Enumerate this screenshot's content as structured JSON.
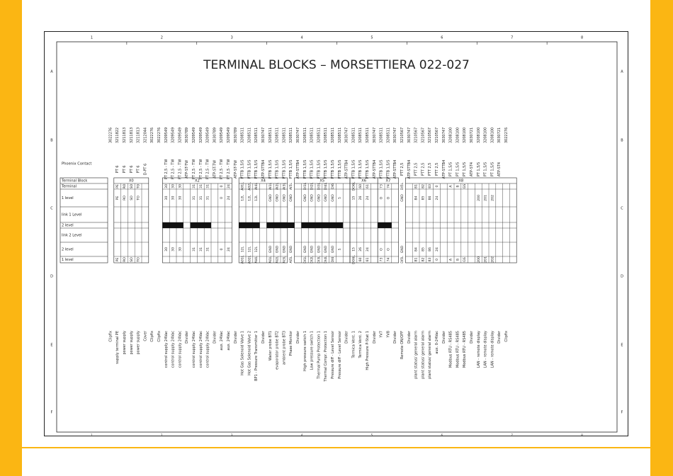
{
  "title": "TERMINAL BLOCKS  –  MORSETTIERA 022-027",
  "columns": [
    "1",
    "2",
    "3",
    "4",
    "5",
    "6",
    "7",
    "8"
  ],
  "rows": [
    "A",
    "B",
    "C",
    "D",
    "E",
    "F"
  ],
  "manufacturer_label": "Phoenix Contact",
  "row_labels": [
    "Terminal Block",
    "Terminal",
    "1 level",
    "link 1 Level",
    "2 level",
    "link 2 Level",
    "2 level",
    "1 level"
  ],
  "groups": [
    "X0",
    "X2",
    "X4",
    "X5",
    "X6",
    "X7",
    "X8"
  ],
  "slots": [
    {
      "code": "3022276",
      "type": "",
      "t": "",
      "l1": "",
      "lk1": "",
      "l2": "",
      "lk2": "",
      "l2b": "",
      "l1b": "",
      "desc": "Clipfix"
    },
    {
      "code": "3211822",
      "type": "PT 6",
      "t": "PE",
      "l1": "PE",
      "lk1": "",
      "l2": "",
      "lk2": "",
      "l2b": "",
      "l1b": "PE",
      "desc": "supply terminal PE"
    },
    {
      "code": "3211813",
      "type": "PT 6",
      "t": "RO",
      "l1": "RO",
      "lk1": "",
      "l2": "",
      "lk2": "",
      "l2b": "",
      "l1b": "RO",
      "desc": "power supply"
    },
    {
      "code": "3211813",
      "type": "PT 6",
      "t": "SO",
      "l1": "SO",
      "lk1": "",
      "l2": "",
      "lk2": "",
      "l2b": "",
      "l1b": "SO",
      "desc": "power supply"
    },
    {
      "code": "3211813",
      "type": "PT 6",
      "t": "TO",
      "l1": "TO",
      "lk1": "",
      "l2": "",
      "lk2": "",
      "l2b": "",
      "l1b": "TO",
      "desc": "power supply"
    },
    {
      "code": "3212044",
      "type": "D-PT 6",
      "t": "",
      "l1": "",
      "lk1": "",
      "l2": "",
      "lk2": "",
      "l2b": "",
      "l1b": "",
      "desc": "Cover"
    },
    {
      "code": "3022276",
      "type": "",
      "t": "",
      "l1": "",
      "lk1": "",
      "l2": "",
      "lk2": "",
      "l2b": "",
      "l1b": "",
      "desc": "Clipfix"
    },
    {
      "code": "3022276",
      "type": "",
      "t": "",
      "l1": "",
      "lk1": "",
      "l2": "",
      "lk2": "",
      "l2b": "",
      "l1b": "",
      "desc": "Clipfix"
    },
    {
      "code": "3209549",
      "type": "PT 2,5 - TW",
      "t": "30",
      "l1": "30",
      "lk1": "",
      "l2": "",
      "lk2": "",
      "l2b": "30",
      "l1b": "",
      "desc": "control supply 24Vac"
    },
    {
      "code": "3209549",
      "type": "PT 2,5 - TW",
      "t": "30",
      "l1": "30",
      "lk1": "",
      "l2": "",
      "lk2": "",
      "l2b": "30",
      "l1b": "",
      "desc": "control supply 24Vac"
    },
    {
      "code": "3209549",
      "type": "PT 2,5 - TW",
      "t": "30",
      "l1": "30",
      "lk1": "",
      "l2": "",
      "lk2": "",
      "l2b": "30",
      "l1b": "",
      "desc": "control supply 24Vac"
    },
    {
      "code": "3030789",
      "type": "ATP-ST-TW",
      "t": "",
      "l1": "",
      "lk1": "",
      "l2": "",
      "lk2": "",
      "l2b": "",
      "l1b": "",
      "desc": "Divider"
    },
    {
      "code": "3209549",
      "type": "PT 2,5 - TW",
      "t": "31",
      "l1": "31",
      "lk1": "",
      "l2": "",
      "lk2": "",
      "l2b": "31",
      "l1b": "",
      "desc": "control supply 24Vac"
    },
    {
      "code": "3209549",
      "type": "PT 2,5 - TW",
      "t": "31",
      "l1": "31",
      "lk1": "",
      "l2": "",
      "lk2": "",
      "l2b": "31",
      "l1b": "",
      "desc": "control supply 24Vac"
    },
    {
      "code": "3209549",
      "type": "PT 2,5 - TW",
      "t": "31",
      "l1": "31",
      "lk1": "",
      "l2": "",
      "lk2": "",
      "l2b": "31",
      "l1b": "",
      "desc": "control supply 24Vac"
    },
    {
      "code": "3030789",
      "type": "ATP-ST-TW",
      "t": "",
      "l1": "",
      "lk1": "",
      "l2": "",
      "lk2": "",
      "l2b": "",
      "l1b": "",
      "desc": "Divider"
    },
    {
      "code": "3209549",
      "type": "PT 2,5 - TW",
      "t": "0",
      "l1": "0",
      "lk1": "",
      "l2": "",
      "lk2": "",
      "l2b": "0",
      "l1b": "",
      "desc": "aux. 24Vac"
    },
    {
      "code": "3209549",
      "type": "PT 2,5 - TW",
      "t": "24",
      "l1": "24",
      "lk1": "",
      "l2": "",
      "lk2": "",
      "l2b": "24",
      "l1b": "",
      "desc": "aux. 24Vac"
    },
    {
      "code": "3030789",
      "type": "ATP-ST-TW",
      "t": "",
      "l1": "",
      "lk1": "",
      "l2": "",
      "lk2": "",
      "l2b": "",
      "l1b": "",
      "desc": "Divider"
    },
    {
      "code": "3208511",
      "type": "PTTB 1,5/S",
      "t": "A01L",
      "l1": "12L",
      "lk1": "",
      "l2": "",
      "lk2": "",
      "l2b": "12L",
      "l1b": "A01L",
      "desc": "Hot Gas Solenoid Valve 1"
    },
    {
      "code": "3208511",
      "type": "PTTB 1,5/S",
      "t": "A02L",
      "l1": "12L",
      "lk1": "",
      "l2": "",
      "lk2": "",
      "l2b": "12L",
      "l1b": "A02L",
      "desc": "Hot Gas Solenoid Valve 2"
    },
    {
      "code": "3208511",
      "type": "PTTB 1,5/S",
      "t": "AI4L",
      "l1": "12L",
      "lk1": "",
      "l2": "",
      "lk2": "",
      "l2b": "12L",
      "l1b": "AI4L",
      "desc": "BP1 - Pressure Transmitter 1"
    },
    {
      "code": "3030747",
      "type": "ATP-STTB4",
      "t": "",
      "l1": "",
      "lk1": "",
      "l2": "",
      "lk2": "",
      "l2b": "",
      "l1b": "",
      "desc": "Divider"
    },
    {
      "code": "3208511",
      "type": "PTTB 1,5/S",
      "t": "AI1L",
      "l1": "GND",
      "lk1": "",
      "l2": "",
      "lk2": "",
      "l2b": "GND",
      "l1b": "AI1L",
      "desc": "Water probe BT1"
    },
    {
      "code": "3208511",
      "type": "PTTB 1,5/S",
      "t": "AI2L",
      "l1": "GND",
      "lk1": "",
      "l2": "",
      "lk2": "",
      "l2b": "GND",
      "l1b": "AI2L",
      "desc": "evaporator probe BT2"
    },
    {
      "code": "3208511",
      "type": "PTTB 1,5/S",
      "t": "AI3L",
      "l1": "GND",
      "lk1": "",
      "l2": "",
      "lk2": "",
      "l2b": "GND",
      "l1b": "AI3L",
      "desc": "ambient probe BT3"
    },
    {
      "code": "3208511",
      "type": "PTTB 1,5/S",
      "t": "AI5L",
      "l1": "GND",
      "lk1": "",
      "l2": "",
      "lk2": "",
      "l2b": "GND",
      "l1b": "AI5L",
      "desc": "Phase Monitor"
    },
    {
      "code": "3030747",
      "type": "ATP-STTB4",
      "t": "",
      "l1": "",
      "lk1": "",
      "l2": "",
      "lk2": "",
      "l2b": "",
      "l1b": "",
      "desc": "Divider"
    },
    {
      "code": "3208511",
      "type": "PTTB 1,5/S",
      "t": "DI1L",
      "l1": "GND",
      "lk1": "",
      "l2": "",
      "lk2": "",
      "l2b": "GND",
      "l1b": "DI1L",
      "desc": "High pressure switch 1"
    },
    {
      "code": "3208511",
      "type": "PTTB 1,5/S",
      "t": "DI2L",
      "l1": "GND",
      "lk1": "",
      "l2": "",
      "lk2": "",
      "l2b": "GND",
      "l1b": "DI2L",
      "desc": "Low pressure switch 1"
    },
    {
      "code": "3208511",
      "type": "PTTB 1,5/S",
      "t": "DI3L",
      "l1": "GND",
      "lk1": "",
      "l2": "",
      "lk2": "",
      "l2b": "GND",
      "l1b": "DI3L",
      "desc": "Thermal Pump Protection 1"
    },
    {
      "code": "3208511",
      "type": "PTTB 1,5/S",
      "t": "DI4L",
      "l1": "GND",
      "lk1": "",
      "l2": "",
      "lk2": "",
      "l2b": "GND",
      "l1b": "DI4L",
      "desc": "Thermal Compr. Protection 1"
    },
    {
      "code": "3208511",
      "type": "PTTB 1,5/S",
      "t": "DI6",
      "l1": "GND",
      "lk1": "",
      "l2": "",
      "lk2": "",
      "l2b": "GND",
      "l1b": "DI6",
      "desc": "Pressure diff - Level Sensor"
    },
    {
      "code": "3208511",
      "type": "PTTB 1,5/S",
      "t": "",
      "l1": "5",
      "lk1": "",
      "l2": "",
      "lk2": "",
      "l2b": "5",
      "l1b": "",
      "desc": "Pressure diff - Level Sensor"
    },
    {
      "code": "3030747",
      "type": "ATP-STTB4",
      "t": "",
      "l1": "",
      "lk1": "",
      "l2": "",
      "lk2": "",
      "l2b": "",
      "l1b": "",
      "desc": "Divider"
    },
    {
      "code": "3208511",
      "type": "PTTB 1,5/S",
      "t": "DO6L",
      "l1": "15",
      "lk1": "",
      "l2": "",
      "lk2": "",
      "l2b": "15",
      "l1b": "DO6L",
      "desc": "Termica Vent. 1"
    },
    {
      "code": "3208511",
      "type": "PTTB 1,5/S",
      "t": "60",
      "l1": "26",
      "lk1": "",
      "l2": "",
      "lk2": "",
      "l2b": "26",
      "l1b": "60",
      "desc": "Termica Vent. 2"
    },
    {
      "code": "3208511",
      "type": "PTTB 1,5/S",
      "t": "61",
      "l1": "24",
      "lk1": "",
      "l2": "",
      "lk2": "",
      "l2b": "24",
      "l1b": "61",
      "desc": "High Pressure P-Stat 1"
    },
    {
      "code": "3030747",
      "type": "ATP-STTB4",
      "t": "",
      "l1": "",
      "lk1": "",
      "l2": "",
      "lk2": "",
      "l2b": "",
      "l1b": "",
      "desc": "Divider"
    },
    {
      "code": "3208511",
      "type": "PTTB 1,5/S",
      "t": "73",
      "l1": "O",
      "lk1": "",
      "l2": "",
      "lk2": "",
      "l2b": "O",
      "l1b": "73",
      "desc": "YV7"
    },
    {
      "code": "3208511",
      "type": "PTTB 1,5/S",
      "t": "74",
      "l1": "O",
      "lk1": "",
      "l2": "",
      "lk2": "",
      "l2b": "O",
      "l1b": "74",
      "desc": "YV8"
    },
    {
      "code": "3030747",
      "type": "ATP-STTB4",
      "t": "",
      "l1": "",
      "lk1": "",
      "l2": "",
      "lk2": "",
      "l2b": "",
      "l1b": "",
      "desc": "Divider"
    },
    {
      "code": "3210567",
      "type": "PTT 2,5",
      "t": "DI5L",
      "l1": "GND",
      "lk1": "",
      "l2": "",
      "lk2": "",
      "l2b": "GND",
      "l1b": "DI5L",
      "desc": "Remote ON/OFF"
    },
    {
      "code": "3030747",
      "type": "ATP-STTB4",
      "t": "",
      "l1": "",
      "lk1": "",
      "l2": "",
      "lk2": "",
      "l2b": "",
      "l1b": "",
      "desc": "Divider"
    },
    {
      "code": "3210567",
      "type": "PTT 2,5",
      "t": "81",
      "l1": "84",
      "lk1": "",
      "l2": "",
      "lk2": "",
      "l2b": "84",
      "l1b": "81",
      "desc": "plant status/ general alarm"
    },
    {
      "code": "3210567",
      "type": "PTT 2,5",
      "t": "82",
      "l1": "85",
      "lk1": "",
      "l2": "",
      "lk2": "",
      "l2b": "85",
      "l1b": "82",
      "desc": "plant status/ general alarm"
    },
    {
      "code": "3210567",
      "type": "PTT 2,5",
      "t": "83",
      "l1": "86",
      "lk1": "",
      "l2": "",
      "lk2": "",
      "l2b": "86",
      "l1b": "83",
      "desc": "plant status/ general alarm"
    },
    {
      "code": "3210567",
      "type": "PTT 2,5",
      "t": "0",
      "l1": "24",
      "lk1": "",
      "l2": "",
      "lk2": "",
      "l2b": "24",
      "l1b": "0",
      "desc": "aux. 0-24Vac"
    },
    {
      "code": "3030747",
      "type": "ATP-STTB4",
      "t": "",
      "l1": "",
      "lk1": "",
      "l2": "",
      "lk2": "",
      "l2b": "",
      "l1b": "",
      "desc": "Divider"
    },
    {
      "code": "3208100",
      "type": "PT 1,5/S",
      "t": "A",
      "l1": "",
      "lk1": "",
      "l2": "",
      "lk2": "",
      "l2b": "",
      "l1b": "A",
      "desc": "Modbus RTU - RS485"
    },
    {
      "code": "3208100",
      "type": "PT 1,5/S",
      "t": "B",
      "l1": "",
      "lk1": "",
      "l2": "",
      "lk2": "",
      "l2b": "",
      "l1b": "B",
      "desc": "Modbus RTU - RS485"
    },
    {
      "code": "3208100",
      "type": "PT 1,5/S",
      "t": "GS",
      "l1": "",
      "lk1": "",
      "l2": "",
      "lk2": "",
      "l2b": "",
      "l1b": "GS",
      "desc": "Modbus RTU - RS485"
    },
    {
      "code": "3030721",
      "type": "ATP-ST4",
      "t": "",
      "l1": "",
      "lk1": "",
      "l2": "",
      "lk2": "",
      "l2b": "",
      "l1b": "",
      "desc": "Divider"
    },
    {
      "code": "3208100",
      "type": "PT 1,5/S",
      "t": "",
      "l1": "200",
      "lk1": "",
      "l2": "",
      "lk2": "",
      "l2b": "",
      "l1b": "200",
      "desc": "LAN - remote display"
    },
    {
      "code": "3208100",
      "type": "PT 1,5/S",
      "t": "",
      "l1": "201",
      "lk1": "",
      "l2": "",
      "lk2": "",
      "l2b": "",
      "l1b": "201",
      "desc": "LAN - remote display"
    },
    {
      "code": "3208100",
      "type": "PT 1,5/S",
      "t": "",
      "l1": "202",
      "lk1": "",
      "l2": "",
      "lk2": "",
      "l2b": "",
      "l1b": "202",
      "desc": "LAN - remote display"
    },
    {
      "code": "3030721",
      "type": "ATP-ST4",
      "t": "",
      "l1": "",
      "lk1": "",
      "l2": "",
      "lk2": "",
      "l2b": "",
      "l1b": "",
      "desc": "Divider"
    },
    {
      "code": "3022276",
      "type": "",
      "t": "",
      "l1": "",
      "lk1": "",
      "l2": "",
      "lk2": "",
      "l2b": "",
      "l1b": "",
      "desc": "Clipfix"
    }
  ],
  "colors": {
    "accent": "#fbb613",
    "line": "#222222",
    "link_fill": "#111111"
  }
}
